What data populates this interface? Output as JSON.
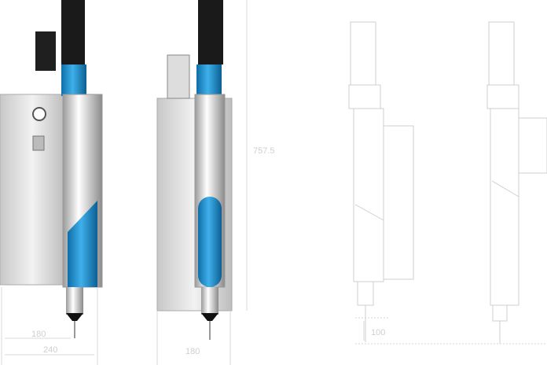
{
  "dimensions": {
    "front_width_inner": "180",
    "front_width_total": "240",
    "side_width": "180",
    "height": "757.5",
    "tip_offset": "100"
  },
  "colors": {
    "accent_blue": "#1e8fcf",
    "body_silver": "#d8d8d8",
    "motor_black": "#1a1a1a",
    "line_gray": "#d0d0d0"
  }
}
